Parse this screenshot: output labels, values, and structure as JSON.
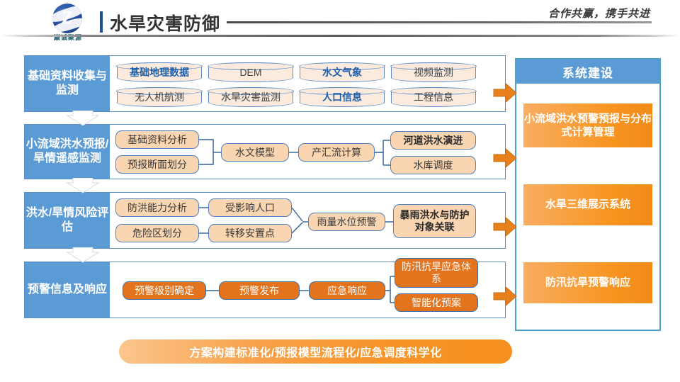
{
  "header": {
    "logo_text": "巅诚聚源",
    "logo_mark": "Z",
    "title": "水旱灾害防御",
    "tagline": "合作共赢，携手共进"
  },
  "flow": {
    "rows": [
      {
        "label": "基础资料收集与监测",
        "nodes": [
          {
            "text": "基础地理数据",
            "style": "cylinder-bold"
          },
          {
            "text": "DEM",
            "style": "cylinder"
          },
          {
            "text": "水文气象",
            "style": "cylinder-bold"
          },
          {
            "text": "视频监测",
            "style": "cylinder"
          },
          {
            "text": "无人机航测",
            "style": "cylinder"
          },
          {
            "text": "水旱灾害监测",
            "style": "cylinder"
          },
          {
            "text": "人口信息",
            "style": "cylinder-bold"
          },
          {
            "text": "工程信息",
            "style": "cylinder"
          }
        ]
      },
      {
        "label": "小流域洪水预报/旱情遥感监测",
        "nodes": [
          {
            "text": "基础资料分析",
            "style": "box"
          },
          {
            "text": "预报断面划分",
            "style": "box"
          },
          {
            "text": "水文模型",
            "style": "box"
          },
          {
            "text": "产汇流计算",
            "style": "box"
          },
          {
            "text": "河道洪水演进",
            "style": "box-bold"
          },
          {
            "text": "水库调度",
            "style": "box"
          }
        ]
      },
      {
        "label": "洪水/旱情风险评估",
        "nodes": [
          {
            "text": "防洪能力分析",
            "style": "box"
          },
          {
            "text": "危险区划分",
            "style": "box"
          },
          {
            "text": "受影响人口",
            "style": "box"
          },
          {
            "text": "转移安置点",
            "style": "box"
          },
          {
            "text": "雨量水位预警",
            "style": "box"
          },
          {
            "text": "暴雨洪水与防护对象关联",
            "style": "box-bold"
          }
        ]
      },
      {
        "label": "预警信息及响应",
        "nodes": [
          {
            "text": "预警级别确定",
            "style": "box-solid"
          },
          {
            "text": "预警发布",
            "style": "box-solid"
          },
          {
            "text": "应急响应",
            "style": "box-solid"
          },
          {
            "text": "防汛抗旱应急体系",
            "style": "box-solid"
          },
          {
            "text": "智能化预案",
            "style": "box-solid"
          }
        ]
      }
    ]
  },
  "panel": {
    "title": "系统建设",
    "items": [
      "小流域洪水预警预报与分布式计算管理",
      "水旱三维展示系统",
      "防汛抗旱预警响应"
    ]
  },
  "footer": {
    "text": "方案构建标准化/预报模型流程化/应急调度科学化"
  },
  "colors": {
    "blue_label": "#5b9bd5",
    "orange_solid": "#e3731c",
    "orange_soft": "#fad5b1",
    "cream": "#fcebdd",
    "panel_border": "#4ba3c7",
    "arrow_orange": "#e8801b"
  }
}
